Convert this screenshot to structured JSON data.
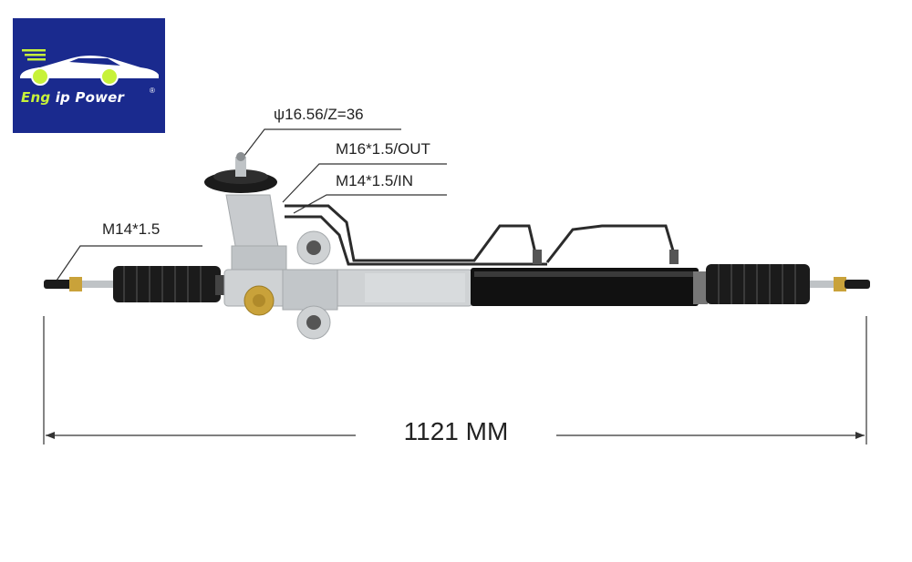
{
  "logo": {
    "brand_first": "Eng",
    "brand_rest": " ip Power",
    "registered": "®",
    "colors": {
      "background": "#1a2a8e",
      "accent": "#c7f23a",
      "text": "#ffffff"
    }
  },
  "callouts": {
    "pinion": "ψ16.56/Z=36",
    "out_port": "M16*1.5/OUT",
    "in_port": "M14*1.5/IN",
    "tie_rod": "M14*1.5"
  },
  "dimension": {
    "label": "1121 MM"
  },
  "colors": {
    "housing": "#cfd2d4",
    "tube": "#111111",
    "boot": "#1b1b1b",
    "brass": "#c9a23a",
    "leader": "#333333"
  }
}
